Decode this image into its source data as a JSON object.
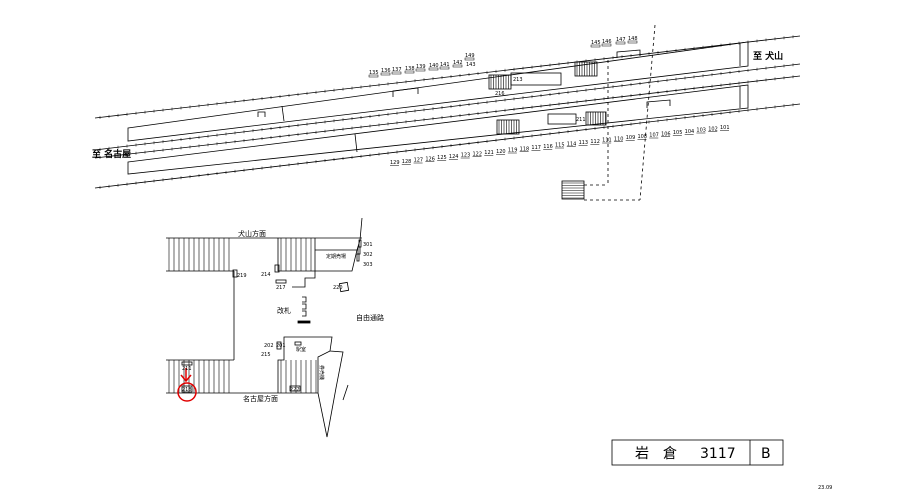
{
  "directions": {
    "inuyama": "至 犬山",
    "nagoya": "至 名古屋"
  },
  "platform_labels": {
    "p211": "211",
    "p213": "213",
    "p216": "216",
    "p143": "143"
  },
  "top_numbers": [
    "135",
    "136",
    "137",
    "138",
    "139",
    "140",
    "141",
    "142",
    "149",
    "145",
    "146",
    "147",
    "148"
  ],
  "bottom_numbers": [
    "129",
    "128",
    "127",
    "126",
    "125",
    "124",
    "123",
    "122",
    "121",
    "120",
    "119",
    "118",
    "117",
    "116",
    "115",
    "114",
    "113",
    "112",
    "111",
    "110",
    "109",
    "108",
    "107",
    "106",
    "105",
    "104",
    "103",
    "102",
    "101"
  ],
  "concourse": {
    "inuyama_side": "犬山方面",
    "nagoya_side": "名古屋方面",
    "ticket_gate": "改札",
    "free_passage": "自由通路",
    "commuter_pass_office": "定期売場",
    "station_office": "駅室",
    "ticket_sales": "券売機",
    "labels": [
      "301",
      "302",
      "303",
      "219",
      "214",
      "217",
      "220",
      "202",
      "201",
      "215",
      "211",
      "218",
      "222"
    ]
  },
  "title_block": {
    "station": "岩　倉",
    "code": "3117",
    "grade": "B"
  },
  "date": "23.09",
  "colors": {
    "highlight": "#e00000"
  }
}
